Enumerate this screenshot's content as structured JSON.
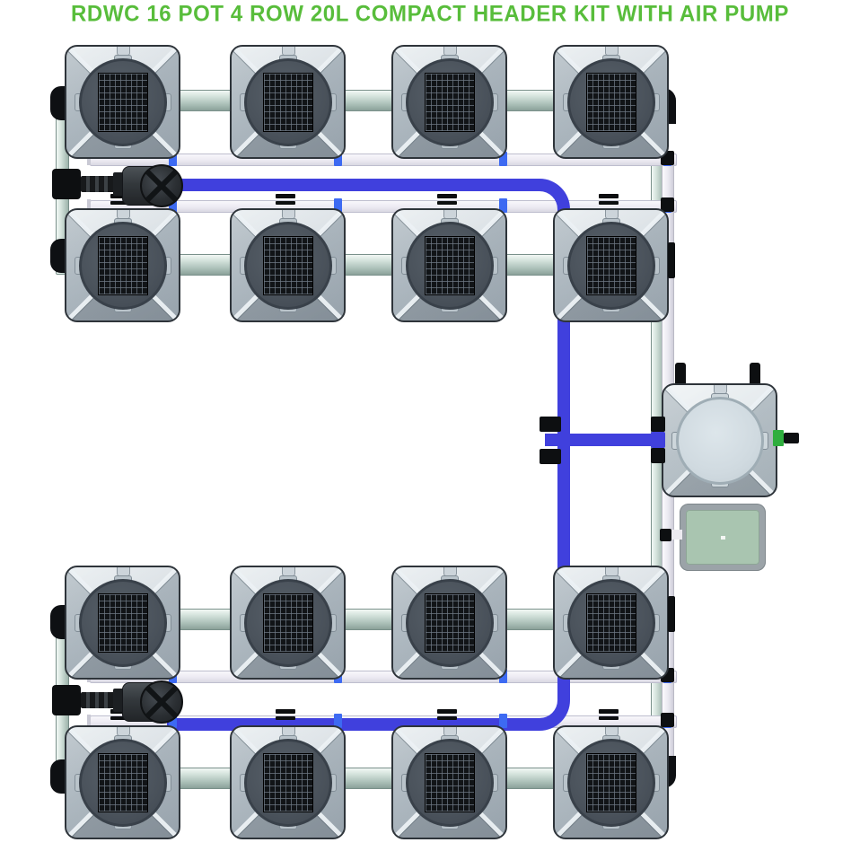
{
  "title": "RDWC 16 POT 4 ROW 20L COMPACT HEADER KIT WITH AIR PUMP",
  "system": {
    "pot_count": 16,
    "rows": 4,
    "pots_per_row": 4,
    "pot_volume": "20L",
    "layout": "COMPACT",
    "header_tanks": 1,
    "air_pumps": 1,
    "water_pumps": 2
  },
  "colors": {
    "title_green": "#58bd3b",
    "tubing_blue": "#4040dd",
    "clip_blue": "#3d6af2",
    "pipe_sage": "#bfd4cb",
    "pipe_white": "#efeef4",
    "pot_body_gray": "#c6cfd6",
    "pot_lid_dark": "#4d555e",
    "mesh_dark": "#16191c",
    "header_body": "#d9e1e6",
    "air_pump_green": "#a9c5b0",
    "fitting_black": "#0d0f11",
    "fitting_green": "#2fae3e",
    "pump_gray": "#33383d",
    "background": "#ffffff"
  }
}
